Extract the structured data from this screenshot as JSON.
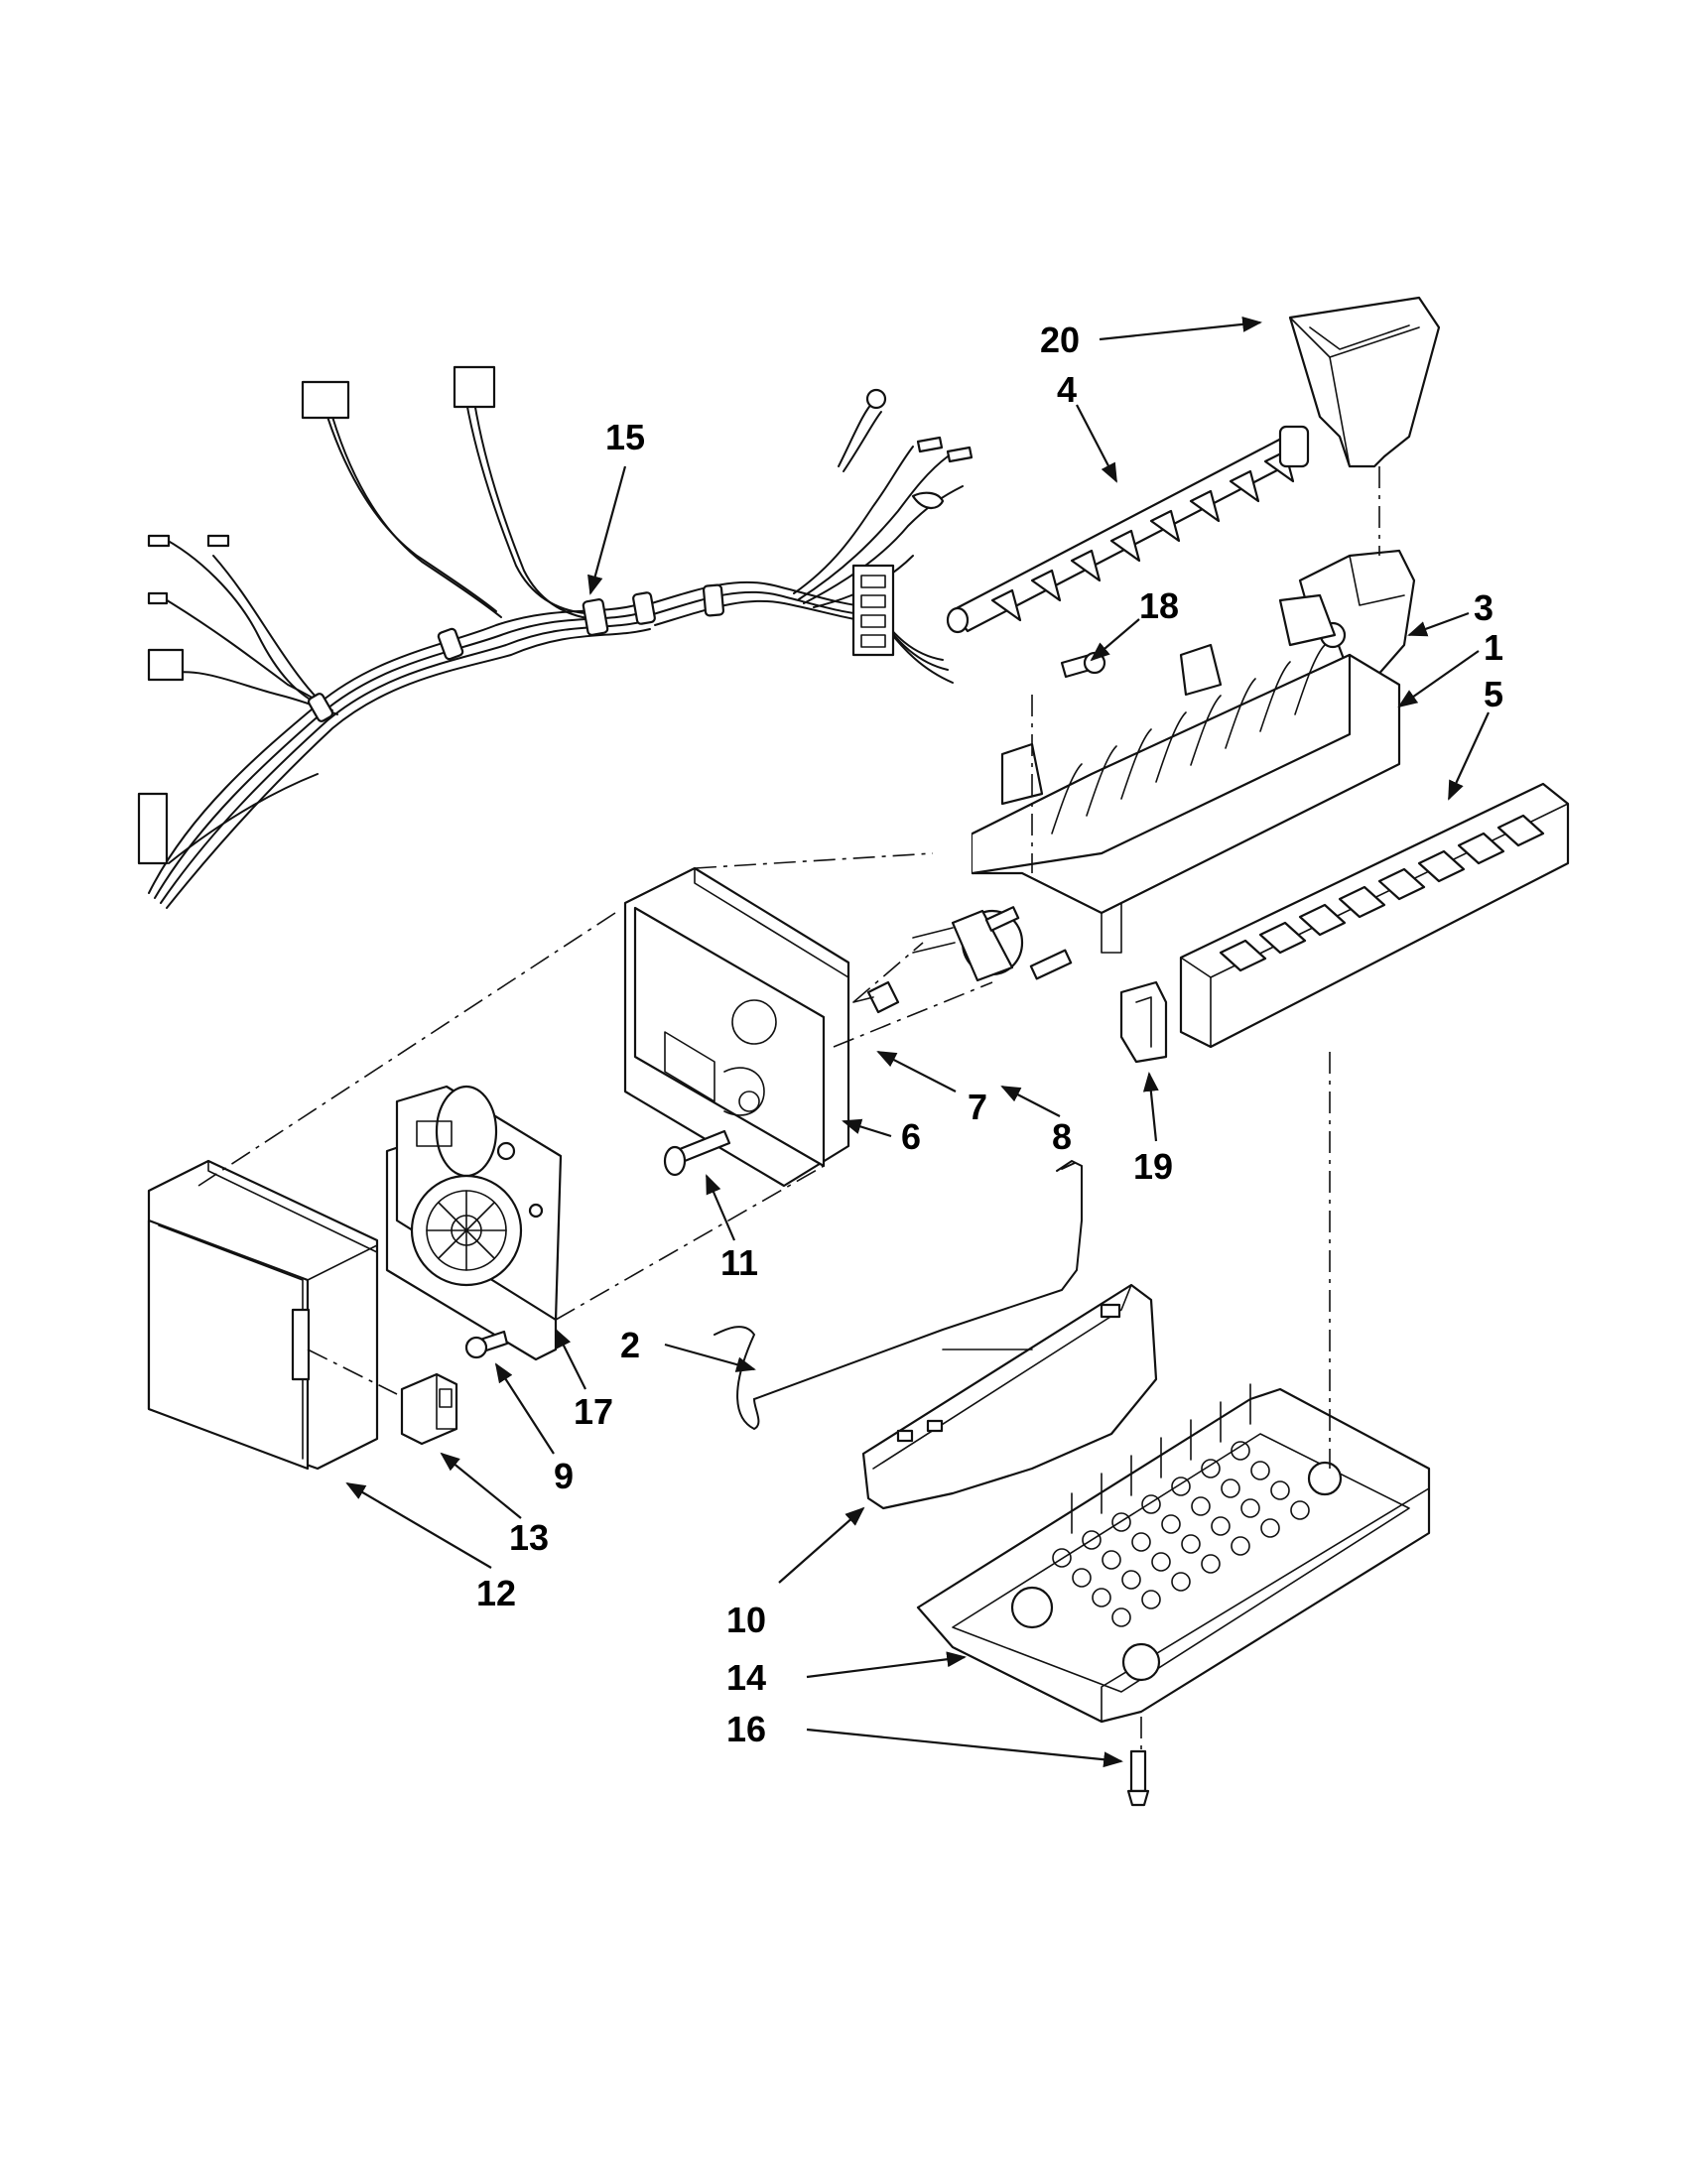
{
  "callouts": [
    {
      "id": "c1",
      "text": "1"
    },
    {
      "id": "c2",
      "text": "2"
    },
    {
      "id": "c3",
      "text": "3"
    },
    {
      "id": "c4",
      "text": "4"
    },
    {
      "id": "c5",
      "text": "5"
    },
    {
      "id": "c6",
      "text": "6"
    },
    {
      "id": "c7",
      "text": "7"
    },
    {
      "id": "c8",
      "text": "8"
    },
    {
      "id": "c9",
      "text": "9"
    },
    {
      "id": "c10",
      "text": "10"
    },
    {
      "id": "c11",
      "text": "11"
    },
    {
      "id": "c12",
      "text": "12"
    },
    {
      "id": "c13",
      "text": "13"
    },
    {
      "id": "c14",
      "text": "14"
    },
    {
      "id": "c15",
      "text": "15"
    },
    {
      "id": "c16",
      "text": "16"
    },
    {
      "id": "c17",
      "text": "17"
    },
    {
      "id": "c18",
      "text": "18"
    },
    {
      "id": "c19",
      "text": "19"
    },
    {
      "id": "c20",
      "text": "20"
    }
  ],
  "colors": {
    "line": "#111111",
    "background": "#ffffff",
    "shade": "#e6e6e6"
  }
}
